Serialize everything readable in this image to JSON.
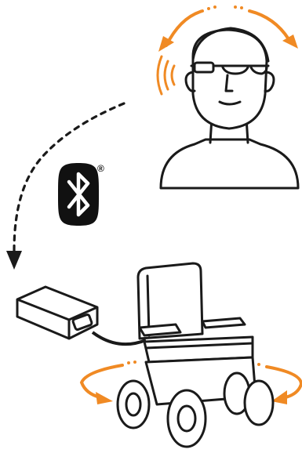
{
  "diagram": {
    "bluetooth": {
      "icon": "bluetooth-icon",
      "trademark": "®"
    },
    "colors": {
      "stroke": "#1a1a1a",
      "accent": "#f08a24",
      "background": "#ffffff"
    },
    "nodes": [
      {
        "id": "user-with-smart-glasses",
        "icon": "person-head-icon"
      },
      {
        "id": "control-box",
        "icon": "controller-box-icon"
      },
      {
        "id": "wheelchair",
        "icon": "power-wheelchair-icon"
      }
    ],
    "connections": [
      {
        "from": "user-with-smart-glasses",
        "to": "control-box",
        "style": "dashed",
        "via": "bluetooth"
      },
      {
        "from": "control-box",
        "to": "wheelchair",
        "style": "cable"
      }
    ]
  }
}
